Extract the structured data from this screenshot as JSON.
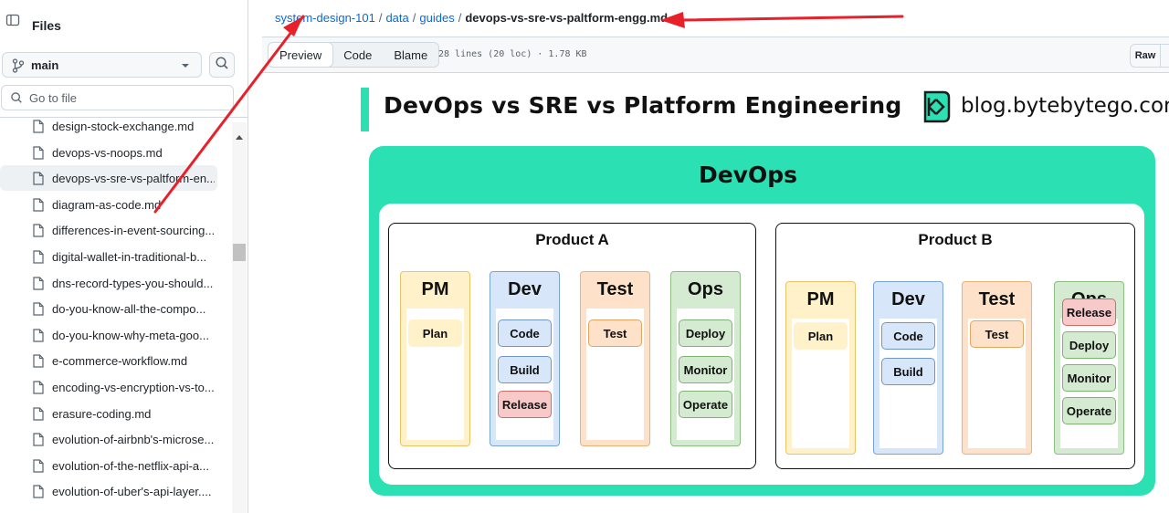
{
  "sidebar": {
    "title": "Files",
    "branch": "main",
    "search_placeholder": "Go to file",
    "files": [
      "design-stock-exchange.md",
      "devops-vs-noops.md",
      "devops-vs-sre-vs-paltform-en...",
      "diagram-as-code.md",
      "differences-in-event-sourcing...",
      "digital-wallet-in-traditional-b...",
      "dns-record-types-you-should...",
      "do-you-know-all-the-compo...",
      "do-you-know-why-meta-goo...",
      "e-commerce-workflow.md",
      "encoding-vs-encryption-vs-to...",
      "erasure-coding.md",
      "evolution-of-airbnb's-microse...",
      "evolution-of-the-netflix-api-a...",
      "evolution-of-uber's-api-layer...."
    ],
    "active_index": 2
  },
  "breadcrumb": {
    "repo": "system-design-101",
    "dir1": "data",
    "dir2": "guides",
    "file": "devops-vs-sre-vs-paltform-engg.md",
    "sep": "/"
  },
  "toolbar": {
    "tabs": [
      "Preview",
      "Code",
      "Blame"
    ],
    "active_tab": "Preview",
    "file_info": "28 lines (20 loc) · 1.78 KB",
    "raw_label": "Raw"
  },
  "diagram": {
    "title": "DevOps vs SRE vs Platform Engineering",
    "brand": "blog.bytebytego.com",
    "section_title": "DevOps",
    "products": [
      {
        "name": "Product A",
        "columns": [
          {
            "title": "PM",
            "items": [
              "Plan"
            ]
          },
          {
            "title": "Dev",
            "items": [
              "Code",
              "Build",
              "Release"
            ]
          },
          {
            "title": "Test",
            "items": [
              "Test"
            ]
          },
          {
            "title": "Ops",
            "items": [
              "Deploy",
              "Monitor",
              "Operate"
            ]
          }
        ]
      },
      {
        "name": "Product B",
        "columns": [
          {
            "title": "PM",
            "items": [
              "Plan"
            ]
          },
          {
            "title": "Dev",
            "items": [
              "Code",
              "Build"
            ]
          },
          {
            "title": "Test",
            "items": [
              "Test"
            ]
          },
          {
            "title": "Ops",
            "items": [
              "Release",
              "Deploy",
              "Monitor",
              "Operate"
            ]
          }
        ]
      }
    ]
  },
  "colors": {
    "accent_teal": "#2be0b2",
    "link_blue": "#0969da",
    "arrow_red": "#e8202a"
  }
}
